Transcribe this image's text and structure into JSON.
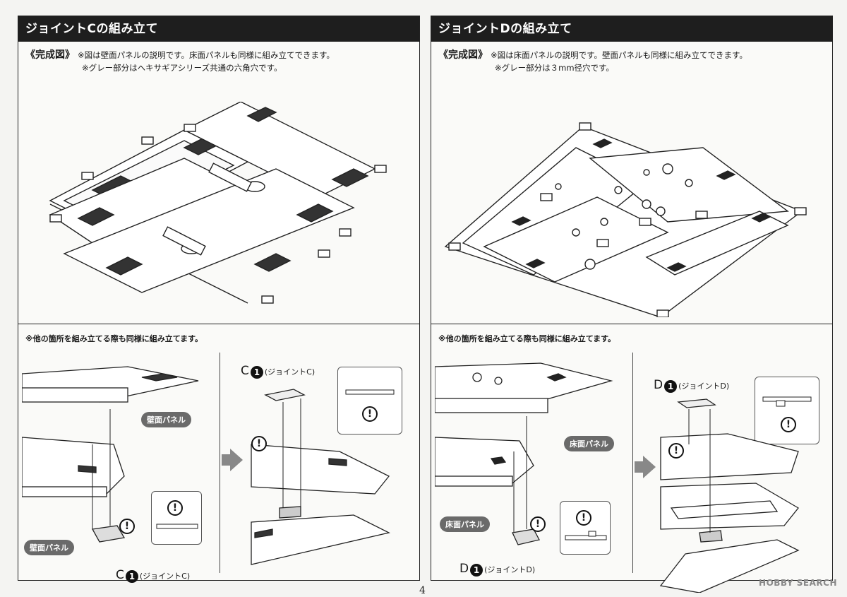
{
  "panel_c": {
    "title": "ジョイントCの組み立て",
    "complete_label": "《完成図》",
    "note1": "※図は壁面パネルの説明です。床面パネルも同様に組み立てできます。",
    "note2": "※グレー部分はヘキサギアシリーズ共通の六角穴です。",
    "bottom_note": "※他の箇所を組み立てる際も同様に組み立てます。",
    "tag_upper": "壁面パネル",
    "tag_lower": "壁面パネル",
    "part_letter": "C",
    "part_number": "1",
    "part_name": "(ジョイントC)",
    "part_letter_2": "C",
    "part_number_2": "1",
    "part_name_2": "(ジョイントC)",
    "warn_mark": "!"
  },
  "panel_d": {
    "title": "ジョイントDの組み立て",
    "complete_label": "《完成図》",
    "note1": "※図は床面パネルの説明です。壁面パネルも同様に組み立てできます。",
    "note2": "※グレー部分は３mm径穴です。",
    "bottom_note": "※他の箇所を組み立てる際も同様に組み立てます。",
    "tag_upper": "床面パネル",
    "tag_lower": "床面パネル",
    "part_letter": "D",
    "part_number": "1",
    "part_name": "(ジョイントD)",
    "part_letter_2": "D",
    "part_number_2": "1",
    "part_name_2": "(ジョイントD)",
    "warn_mark": "!"
  },
  "page_number": "4",
  "watermark": "HOBBY SEARCH"
}
